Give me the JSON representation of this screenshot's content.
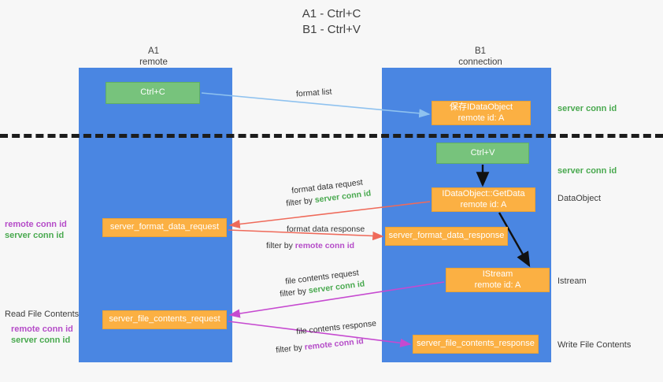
{
  "title": "A1 - Ctrl+C\nB1 - Ctrl+V",
  "colors": {
    "lane": "#4a86e2",
    "green_box": "#77c37c",
    "orange_box": "#fbb043",
    "server_conn_id": "#49a94f",
    "remote_conn_id": "#b54cc8",
    "arrow_format_list": "#8fc2ef",
    "arrow_format_data": "#ef6a5a",
    "arrow_file_contents": "#c64ad0",
    "arrow_black": "#111111",
    "background": "#f7f7f7"
  },
  "lanes": {
    "left": {
      "name": "A1",
      "role": "remote"
    },
    "right": {
      "name": "B1",
      "role": "connection"
    }
  },
  "boxes": {
    "ctrl_c": "Ctrl+C",
    "ctrl_v": "Ctrl+V",
    "save_dataobject": "保存IDataObject\nremote id: A",
    "get_data": "IDataObject::GetData\nremote id: A",
    "istream": "IStream\nremote id: A",
    "server_format_data_request": "server_format_data_request",
    "server_format_data_response": "server_format_data_response",
    "server_file_contents_request": "server_file_contents_request",
    "server_file_contents_response": "server_file_contents_response"
  },
  "side_labels": {
    "server_conn_id_top": "server conn id",
    "server_conn_id_mid": "server conn id",
    "dataobject": "DataObject",
    "istream": "Istream",
    "write_file_contents": "Write File Contents",
    "read_file_contents": "Read File Contents",
    "remote_conn_id": "remote conn id",
    "server_conn_id": "server conn id"
  },
  "captions": {
    "format_list": "format list",
    "format_data_request": "format data request",
    "filter_by_server_1": "filter by ",
    "format_data_response": "format data response",
    "filter_by_remote_1": "filter by ",
    "file_contents_request": "file contents request",
    "filter_by_server_2": "filter by ",
    "file_contents_response": "file contents response",
    "filter_by_remote_2": "filter by ",
    "server_conn_id": "server conn id",
    "remote_conn_id": "remote conn id"
  }
}
